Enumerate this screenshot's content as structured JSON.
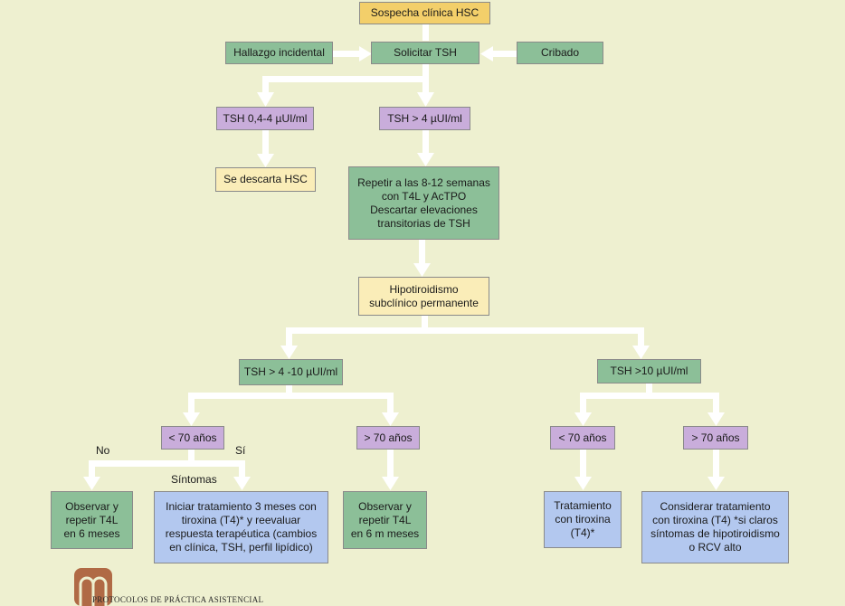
{
  "nodes": {
    "sospecha": "Sospecha clínica HSC",
    "hallazgo": "Hallazgo incidental",
    "solicitar": "Solicitar TSH",
    "cribado": "Cribado",
    "tsh_normal": "TSH 0,4-4 µUI/ml",
    "tsh_mayor4": "TSH > 4 µUI/ml",
    "descarta": "Se descarta HSC",
    "repetir": "Repetir a las 8-12 semanas\ncon T4L y AcTPO\nDescartar elevaciones\ntransitorias de TSH",
    "hipo": "Hipotiroidismo\nsubclínico permanente",
    "tsh_4_10": "TSH > 4 -10 µUI/ml",
    "tsh_10": "TSH >10 µUI/ml",
    "menor70_a": "< 70 años",
    "mayor70_a": "> 70 años",
    "menor70_b": "< 70 años",
    "mayor70_b": "> 70 años",
    "observar6": "Observar y\nrepetir T4L\nen 6 meses",
    "iniciar": "Iniciar tratamiento 3 meses con\ntiroxina (T4)* y reevaluar\nrespuesta terapéutica (cambios\nen clínica, TSH, perfil lipídico)",
    "observar6m": "Observar y\nrepetir T4L\nen 6 m meses",
    "tratamiento": "Tratamiento\ncon tiroxina\n(T4)*",
    "considerar": "Considerar tratamiento\ncon tiroxina (T4) *si claros\nsíntomas de hipotiroidismo\no RCV alto"
  },
  "labels": {
    "no": "No",
    "si": "Sí",
    "sintomas": "Síntomas"
  },
  "footer": "PROTOCOLOS DE PRÁCTICA ASISTENCIAL",
  "colors": {
    "background": "#eef0d0",
    "arrow": "#ffffff",
    "yellow": "#f3cf6a",
    "cream": "#faedb8",
    "green": "#8cbf98",
    "purple": "#c9addb",
    "blue": "#b3c8ef",
    "logo": "#b06a45"
  }
}
